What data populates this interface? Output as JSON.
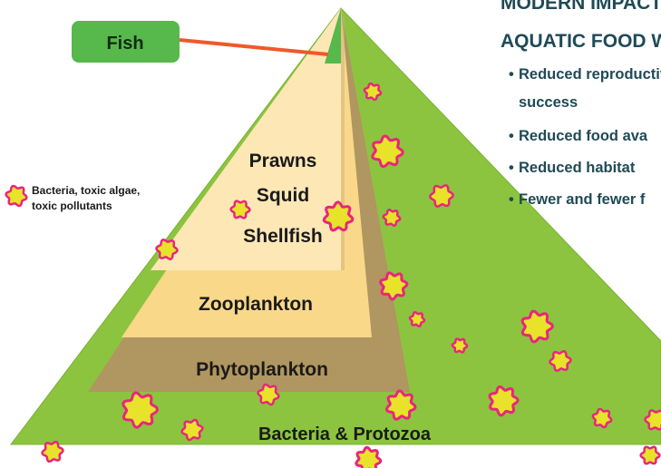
{
  "pyramid": {
    "fish_label": "Fish",
    "layers": [
      {
        "lines": [
          "Prawns",
          "Squid",
          "Shellfish"
        ]
      },
      {
        "lines": [
          "Zooplankton"
        ]
      },
      {
        "lines": [
          "Phytoplankton"
        ]
      },
      {
        "lines": [
          "Bacteria & Protozoa"
        ]
      }
    ]
  },
  "legend": {
    "icon": "pollutant-blob-icon",
    "line1": "Bacteria, toxic algae,",
    "line2": "toxic pollutants"
  },
  "impacts": {
    "title_line1": "MODERN IMPACTS",
    "title_line2": "AQUATIC FOOD WE",
    "bullets": [
      {
        "line1": "Reduced reproductive",
        "line2": "success"
      },
      {
        "line1": "Reduced food ava",
        "line2": ""
      },
      {
        "line1": "Reduced habitat",
        "line2": ""
      },
      {
        "line1": "Fewer and fewer f",
        "line2": ""
      }
    ]
  },
  "colors": {
    "outer_green": "#8cc43f",
    "bacteria_band": "#8cc43f",
    "phyto_band": "#b09660",
    "zoo_band": "#fad88a",
    "top_band": "#fde7b5",
    "fish_box": "#57b84b",
    "fish_line": "#f0582b",
    "blob_fill": "#e8e22a",
    "blob_stroke": "#e9257d"
  }
}
